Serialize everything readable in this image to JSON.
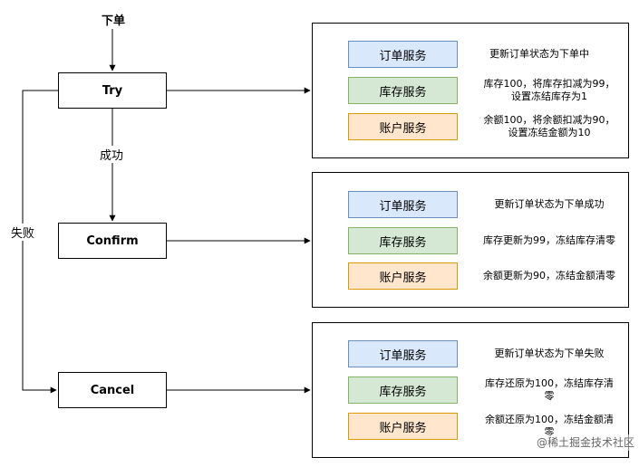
{
  "start": {
    "label": "下单"
  },
  "flow": {
    "try": "Try",
    "confirm": "Confirm",
    "cancel": "Cancel",
    "success_label": "成功",
    "fail_label": "失败"
  },
  "groups": {
    "try": {
      "order": {
        "service": "订单服务",
        "note": "更新订单状态为下单中"
      },
      "inventory": {
        "service": "库存服务",
        "note_line1": "库存100，将库存扣减为99，",
        "note_line2": "设置冻结库存为1"
      },
      "account": {
        "service": "账户服务",
        "note_line1": "余额100，将余额扣减为90，",
        "note_line2": "设置冻结金额为10"
      }
    },
    "confirm": {
      "order": {
        "service": "订单服务",
        "note": "更新订单状态为下单成功"
      },
      "inventory": {
        "service": "库存服务",
        "note": "库存更新为99，冻结库存清零"
      },
      "account": {
        "service": "账户服务",
        "note": "余额更新为90，冻结金额清零"
      }
    },
    "cancel": {
      "order": {
        "service": "订单服务",
        "note": "更新订单状态为下单失败"
      },
      "inventory": {
        "service": "库存服务",
        "note_line1": "库存还原为100，冻结库存清",
        "note_line2": "零"
      },
      "account": {
        "service": "账户服务",
        "note_line1": "余额还原为100，冻结金额清",
        "note_line2": "零"
      }
    }
  },
  "colors": {
    "order_fill": "#dae8fc",
    "order_border": "#6c8ebf",
    "inventory_fill": "#d5e8d4",
    "inventory_border": "#82b366",
    "account_fill": "#ffe6cc",
    "account_border": "#d79b00"
  },
  "watermark": {
    "text": "@稀土掘金技术社区"
  }
}
